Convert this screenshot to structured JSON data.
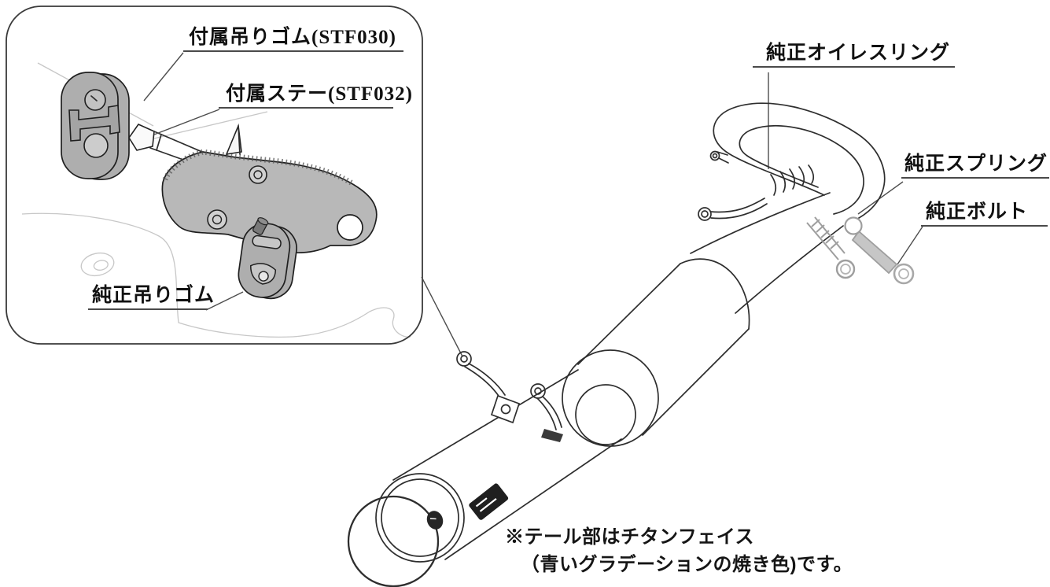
{
  "inset": {
    "label_included_hanger": "付属吊りゴム(STF030)",
    "label_included_stay": "付属ステー(STF032)",
    "label_oem_hanger": "純正吊りゴム"
  },
  "main": {
    "label_oem_oiles_ring": "純正オイレスリング",
    "label_oem_spring": "純正スプリング",
    "label_oem_bolt": "純正ボルト"
  },
  "note": {
    "line1": "※テール部はチタンフェイス",
    "line2": "（青いグラデーションの焼き色)です。"
  },
  "colors": {
    "background": "#ffffff",
    "line": "#2e2e2e",
    "rubber_gray": "#aeaeae",
    "bracket_gray": "#b8b8b8",
    "hardware_gray": "#c6c6c6",
    "faint_sketch": "#c7c7c7"
  }
}
